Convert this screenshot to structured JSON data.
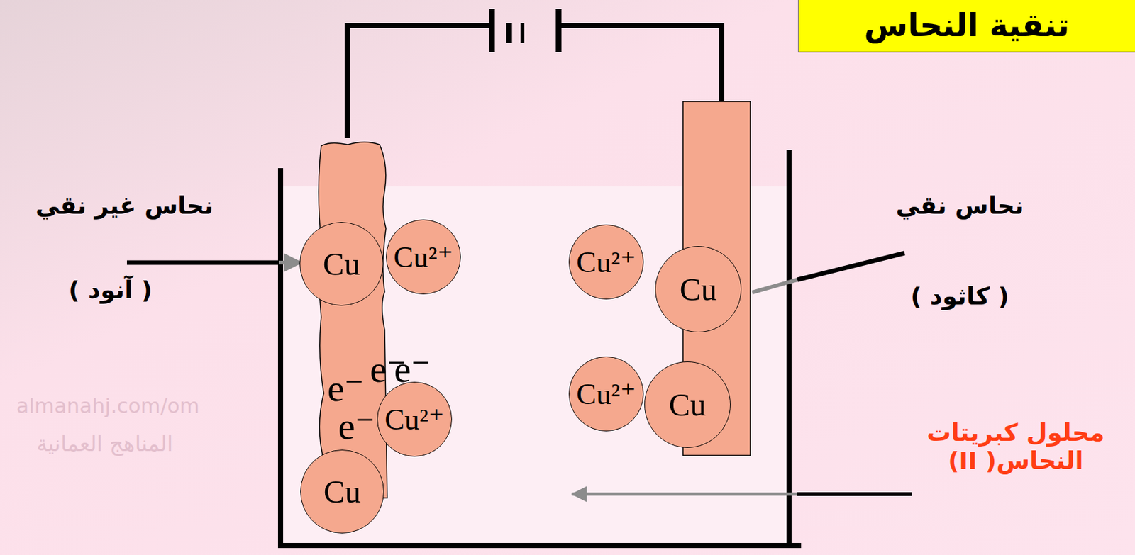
{
  "diagram": {
    "title": "تنقية النحاس",
    "nodes": [
      {
        "text": [
          "Cu"
        ]
      },
      {
        "text": [
          "Cu²⁺"
        ]
      },
      {
        "text": [
          "Cu²⁺"
        ]
      },
      {
        "text": [
          "Cu"
        ]
      },
      {
        "text": [
          "Cu²⁺"
        ]
      },
      {
        "text": [
          "Cu²⁺"
        ]
      },
      {
        "text": [
          "Cu"
        ]
      },
      {
        "text": [
          "Cu"
        ]
      }
    ],
    "labels": [
      "نحاس غير نقي",
      "( آنود )",
      "نحاس نقي",
      "( كاثود )",
      "محلول كبريتات النحاس( II)",
      "e⁻",
      "e⁻",
      "e⁻",
      "e⁻",
      "almanahj.com/om",
      "المناهج العمانية"
    ]
  }
}
